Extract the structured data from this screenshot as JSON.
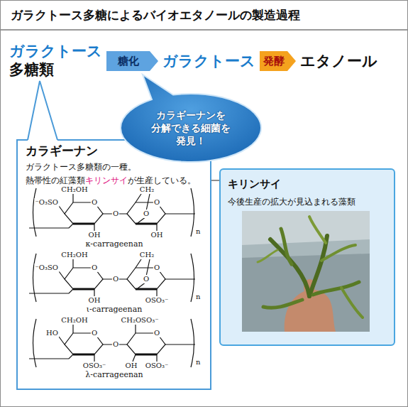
{
  "diagram": {
    "title": "ガラクトース多糖によるバイオエタノールの製造過程",
    "nodes": [
      {
        "text": [
          "ガラクトース",
          "多糖類"
        ]
      },
      {
        "text": [
          "ガラクトース"
        ]
      },
      {
        "text": [
          "エタノール"
        ]
      },
      {
        "text": [
          "カラギーナンを 分解できる細菌を 発見！"
        ]
      },
      {
        "text": [
          "カラギーナン",
          "ガラクトース多糖類の一種。",
          "熱帯性の紅藻類",
          "キリンサイ",
          "が生産している。"
        ]
      },
      {
        "text": [
          "キリンサイ",
          "今後生産の拡大が見込まれる藻類"
        ]
      }
    ],
    "edges": [
      {
        "from": 0,
        "to": 1,
        "arrow": "to",
        "label": "糖化"
      },
      {
        "from": 1,
        "to": 2,
        "arrow": "to",
        "label": "発酵"
      },
      {
        "from": 0,
        "to": 4,
        "arrow": "none"
      },
      {
        "from": 4,
        "to": 5,
        "arrow": "none"
      }
    ],
    "labels": [
      "⁻O₃SO",
      "CH₂OH",
      "O",
      "O",
      "CH₂",
      "O",
      "O",
      "OH",
      "OH",
      "n",
      "κ-carrageenan",
      "⁻O₃SO",
      "CH₂OH",
      "O",
      "O",
      "CH₂",
      "O",
      "O",
      "OH",
      "OSO₃⁻",
      "n",
      "ι-carrageenan",
      "HO",
      "CH₂OH",
      "O",
      "O",
      "CH₂OSO₃⁻",
      "O",
      "OH",
      "OSO₃⁻",
      "OSO₃⁻",
      "n",
      "λ-carrageenan"
    ]
  }
}
